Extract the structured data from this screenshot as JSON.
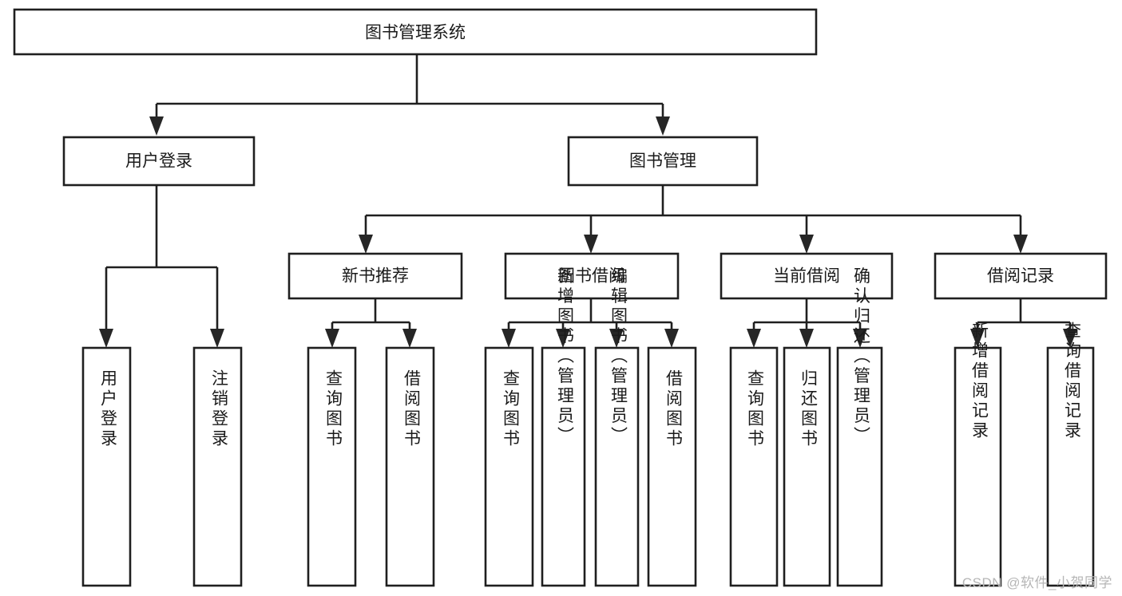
{
  "diagram": {
    "type": "tree-hierarchy",
    "title": "图书管理系统",
    "orientation": "top-down",
    "colors": {
      "box_fill": "#ffffff",
      "box_stroke": "#1f1f1f",
      "text": "#1a1a1a",
      "background": "#ffffff",
      "watermark": "#b6b6b6"
    },
    "levels": {
      "root": {
        "label": "图书管理系统"
      },
      "level2": [
        {
          "label": "用户登录"
        },
        {
          "label": "图书管理"
        }
      ],
      "level3": [
        {
          "label": "新书推荐"
        },
        {
          "label": "图书借阅"
        },
        {
          "label": "当前借阅"
        },
        {
          "label": "借阅记录"
        }
      ]
    },
    "leaves": {
      "user_login": [
        {
          "label": "用户登录"
        },
        {
          "label": "注销登录"
        }
      ],
      "new_book_recommend": [
        {
          "label": "查询图书"
        },
        {
          "label": "借阅图书"
        }
      ],
      "book_borrow": [
        {
          "label": "查询图书"
        },
        {
          "label": "新增图书（管理员）"
        },
        {
          "label": "编辑图书（管理员）"
        },
        {
          "label": "借阅图书"
        }
      ],
      "current_borrow": [
        {
          "label": "查询图书"
        },
        {
          "label": "归还图书"
        },
        {
          "label": "确认归还（管理员）"
        }
      ],
      "borrow_record": [
        {
          "label": "新增借阅记录"
        },
        {
          "label": "查询借阅记录"
        }
      ]
    },
    "watermark": "CSDN @软件_小贺同学"
  }
}
